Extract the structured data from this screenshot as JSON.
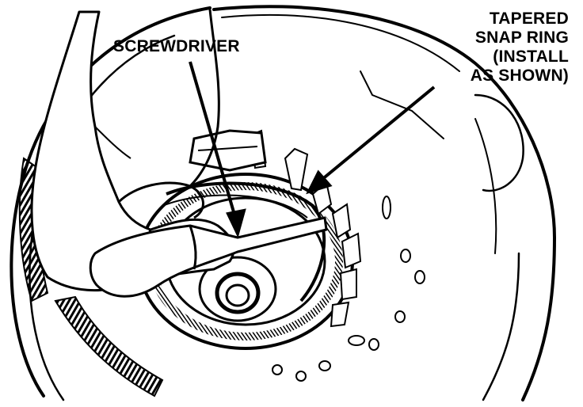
{
  "labels": {
    "screwdriver": "SCREWDRIVER",
    "snap_ring": [
      "TAPERED",
      "SNAP RING",
      "(INSTALL",
      "AS SHOWN)"
    ]
  },
  "colors": {
    "ink": "#000000",
    "paper": "#ffffff"
  }
}
